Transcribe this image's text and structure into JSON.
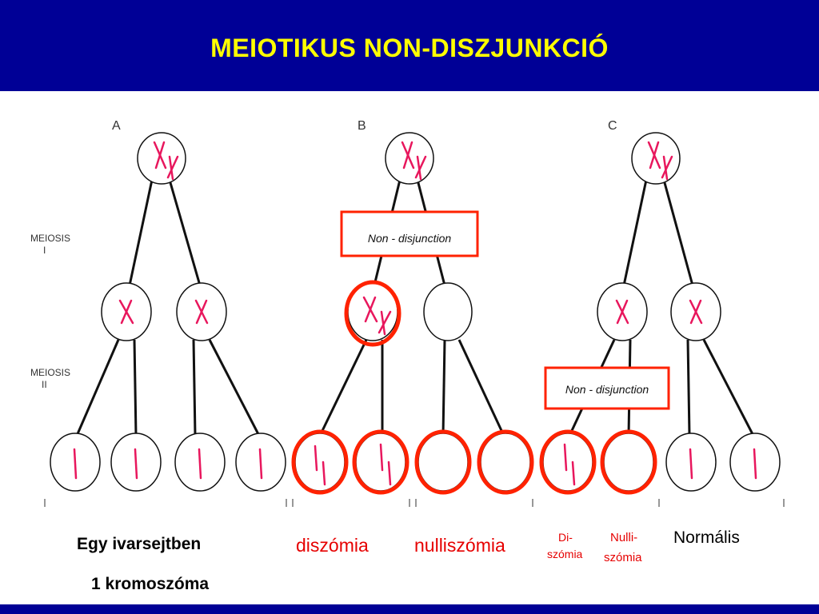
{
  "title": "MEIOTIKUS NON-DISZJUNKCIÓ",
  "panels": {
    "a": "A",
    "b": "B",
    "c": "C"
  },
  "stages": {
    "meiosis1": [
      "MEIOSIS",
      "I"
    ],
    "meiosis2": [
      "MEIOSIS",
      "II"
    ]
  },
  "boxes": {
    "b": "Non - disjunction",
    "c": "Non - disjunction"
  },
  "captions": {
    "egy_line1": "Egy ivarsejtben",
    "egy_line2": "1 kromoszóma",
    "diszomia": "diszómia",
    "nulliszomia": "nulliszómia",
    "di_line1": "Di-",
    "di_line2": "szómia",
    "nulli_line1": "Nulli-",
    "nulli_line2": "szómia",
    "normalis": "Normális"
  },
  "colors": {
    "title_bar": "#000096",
    "title_text": "#ffff00",
    "chromosome": "#e8175d",
    "highlight": "#ff2200",
    "caption_red": "#e60000"
  }
}
